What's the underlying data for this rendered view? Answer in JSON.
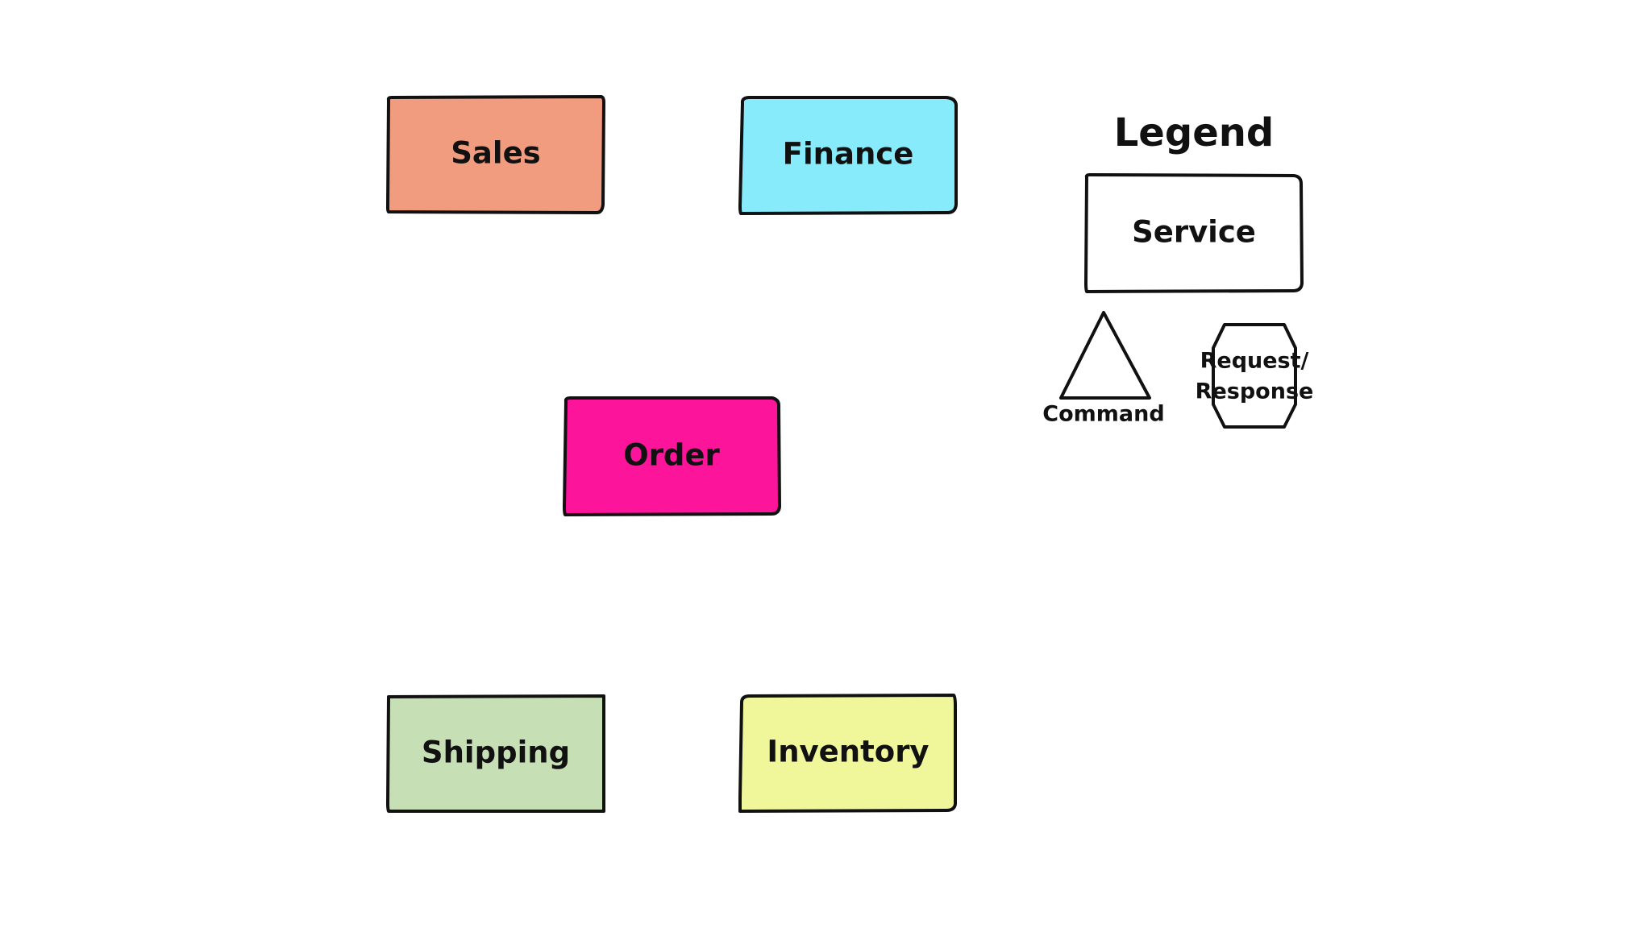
{
  "services": [
    {
      "label": "Sales",
      "color": "#F19C7E"
    },
    {
      "label": "Finance",
      "color": "#87EBFC"
    },
    {
      "label": "Order",
      "color": "#FC149A"
    },
    {
      "label": "Shipping",
      "color": "#C6DFB5"
    },
    {
      "label": "Inventory",
      "color": "#F0F79B"
    }
  ],
  "legend": {
    "title": "Legend",
    "service_label": "Service",
    "command_label": "Command",
    "request_response_line1": "Request/",
    "request_response_line2": "Response"
  }
}
